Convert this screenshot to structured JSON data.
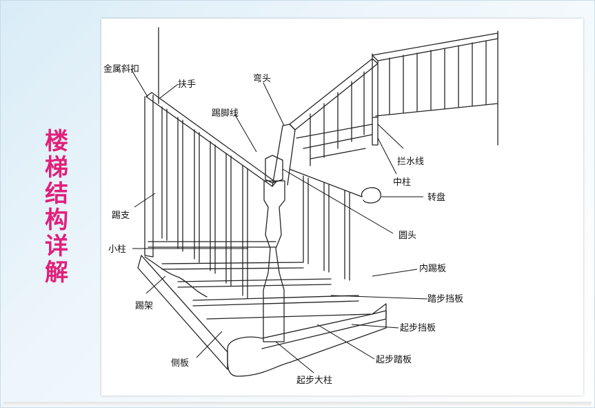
{
  "title_chars": [
    "楼",
    "梯",
    "结",
    "构",
    "详",
    "解"
  ],
  "labels": {
    "jinshu_xiekou": "金属斜扣",
    "fushou": "扶手",
    "wantou": "弯头",
    "tijiaoxian": "踢脚线",
    "lanshuixian": "拦水线",
    "zhongzhu": "中柱",
    "zhuanpan": "转盘",
    "tizhi": "踢支",
    "yuantou": "圆头",
    "xiaozhu": "小柱",
    "neitiban": "内踢板",
    "tabudangban": "踏步挡板",
    "tijia": "踢架",
    "qibudangban": "起步挡板",
    "qibutaban": "起步踏板",
    "cheban": "侧板",
    "qibudazhu": "起步大柱"
  },
  "colors": {
    "title": "#e0207a",
    "line": "#222222"
  }
}
